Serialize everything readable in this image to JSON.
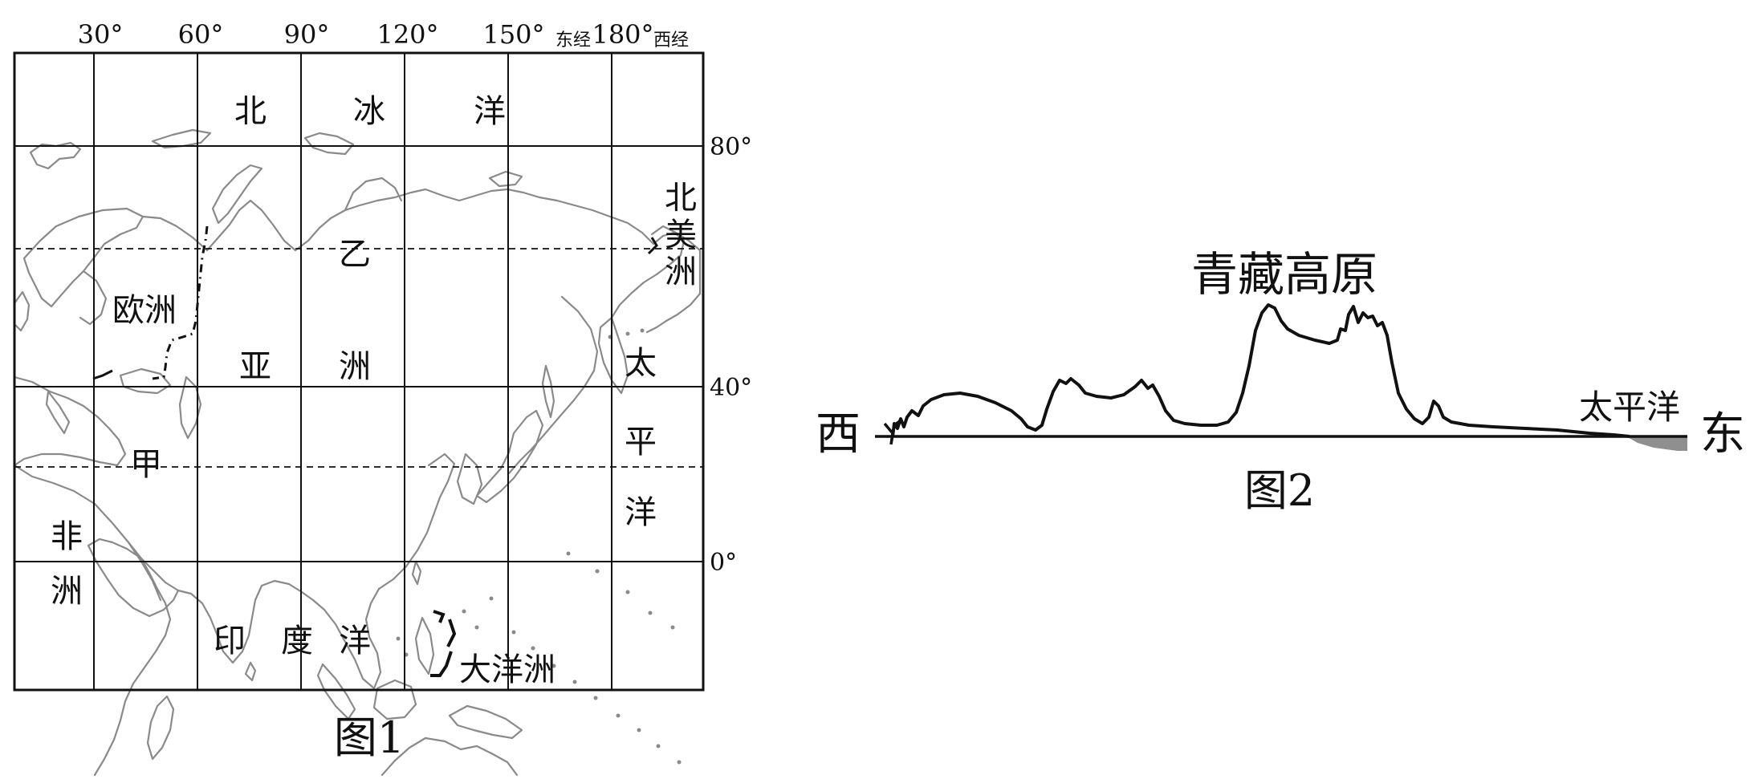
{
  "figure1": {
    "caption": "图1",
    "longitude_labels": [
      "30°",
      "60°",
      "90°",
      "120°",
      "150°",
      "东经",
      "180°",
      "西经"
    ],
    "latitude_labels": [
      "80°",
      "40°",
      "0°"
    ],
    "labels": {
      "arctic_bei": "北",
      "arctic_bing": "冰",
      "arctic_yang": "洋",
      "europe": "欧洲",
      "yi": "乙",
      "jia": "甲",
      "asia_ya": "亚",
      "asia_zhou": "洲",
      "africa_fei": "非",
      "africa_zhou": "洲",
      "indian_yin": "印",
      "indian_du": "度",
      "indian_yang": "洋",
      "oceania": "大洋洲",
      "namerica_bei": "北",
      "namerica_mei": "美",
      "namerica_zhou": "洲",
      "pacific_tai": "太",
      "pacific_ping": "平",
      "pacific_yang": "洋"
    },
    "colors": {
      "grid": "#111111",
      "coastline": "#8a8a8a",
      "boundary": "#111111"
    }
  },
  "figure2": {
    "caption": "图2",
    "title": "青藏高原",
    "west_label": "西",
    "east_label": "东",
    "pacific_label": "太平洋",
    "colors": {
      "profile": "#111111",
      "ocean": "#8f8f8f"
    }
  }
}
